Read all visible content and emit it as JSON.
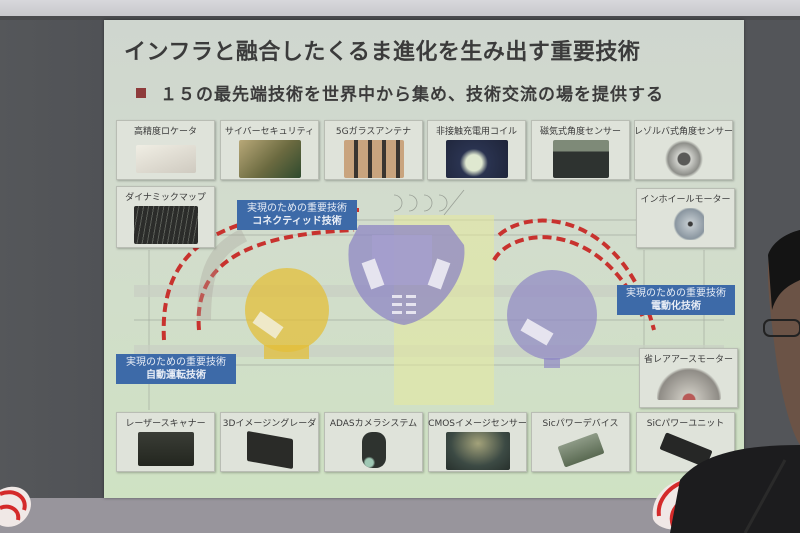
{
  "slide": {
    "title": "インフラと融合したくるま進化を生み出す重要技術",
    "subtitle": "１５の最先端技術を世界中から集め、技術交流の場を提供する",
    "bullet_color": "#8e3b3b",
    "accent_color": "#3d6aa8",
    "zone_colors": {
      "yellow": "#e3bf3a",
      "purple": "#8e86c4",
      "dashed_border": "#c8322e"
    }
  },
  "top_row_cards": [
    {
      "label": "高精度ロケータ"
    },
    {
      "label": "サイバーセキュリティ"
    },
    {
      "label": "5Gガラスアンテナ"
    },
    {
      "label": "非接触充電用コイル"
    },
    {
      "label": "磁気式角度センサー"
    },
    {
      "label": "レゾルバ式角度センサー"
    }
  ],
  "side_cards": [
    {
      "label": "ダイナミックマップ"
    },
    {
      "label": "インホイールモーター"
    },
    {
      "label": "省レアアースモーター"
    }
  ],
  "bottom_row_cards": [
    {
      "label": "レーザースキャナー"
    },
    {
      "label": "3Dイメージングレーダ"
    },
    {
      "label": "ADASカメラシステム"
    },
    {
      "label": "CMOSイメージセンサー"
    },
    {
      "label": "Sicパワーデバイス"
    },
    {
      "label": "SiCパワーユニット"
    }
  ],
  "callouts": [
    {
      "line1": "実現のための重要技術",
      "line2": "コネクティッド技術"
    },
    {
      "line1": "実現のための重要技術",
      "line2": "電動化技術"
    },
    {
      "line1": "実現のための重要技術",
      "line2": "自動運転技術"
    }
  ]
}
